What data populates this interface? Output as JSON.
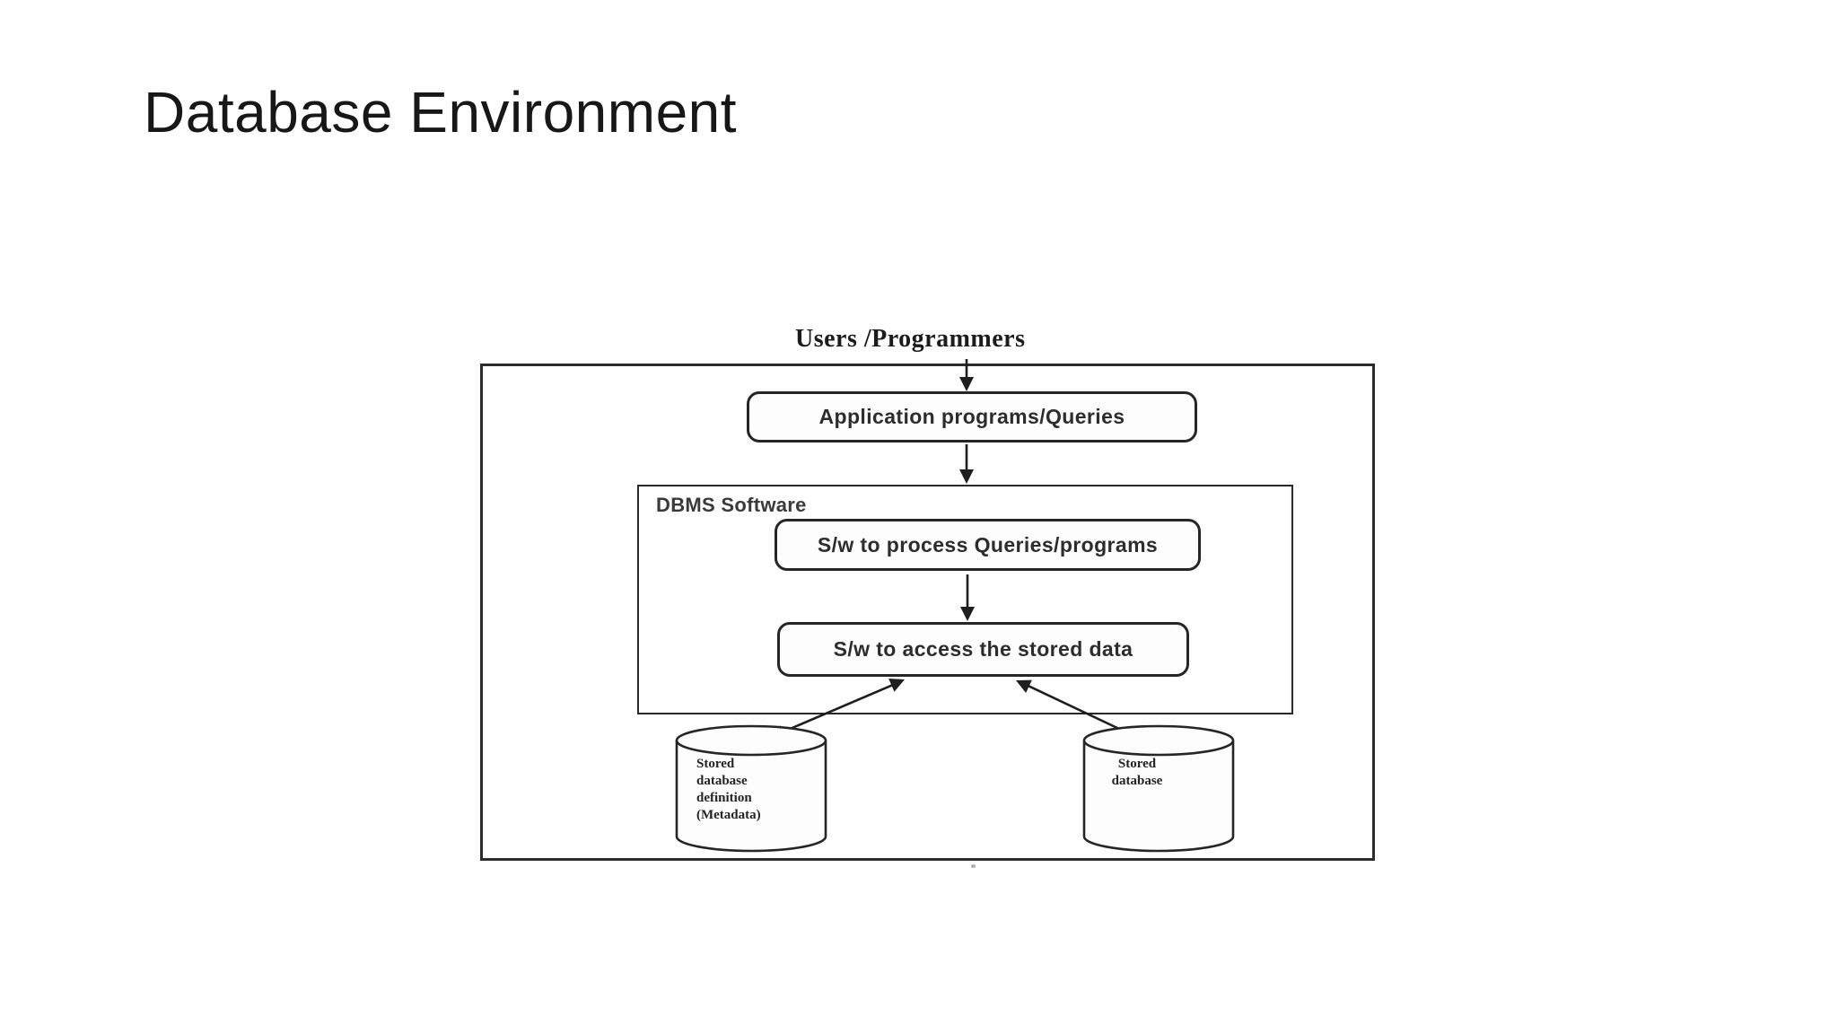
{
  "slide": {
    "title": "Database Environment"
  },
  "diagram": {
    "users_label": "Users /Programmers",
    "app_box_label": "Application programs/Queries",
    "dbms_label": "DBMS Software",
    "process_box_label": "S/w to process Queries/programs",
    "access_box_label": "S/w to access the stored data",
    "left_cylinder_label": "Stored\ndatabase\ndefinition\n(Metadata)",
    "right_cylinder_label": "Stored\ndatabase"
  },
  "colors": {
    "ink": "#1f1f1f",
    "box_border": "#2a2a2a",
    "title_text": "#171717",
    "background": "#ffffff"
  }
}
